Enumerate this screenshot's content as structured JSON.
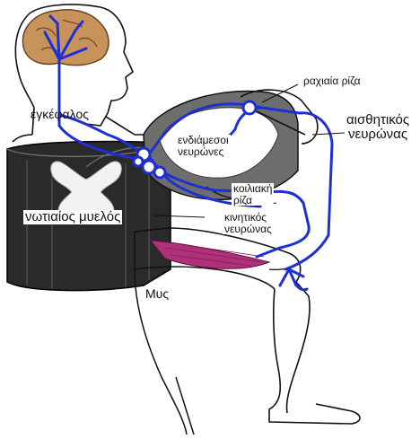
{
  "figure": {
    "labels": {
      "brain": "εγκέφαλος",
      "dorsal_root": "ραχιαία ρίζα",
      "sensory_neuron_line1": "αισθητικός",
      "sensory_neuron_line2": "νευρώνας",
      "interneurons_line1": "ενδιάμεσοι",
      "interneurons_line2": "νευρώνες",
      "ventral_root_line1": "κοιλιακή",
      "ventral_root_line2": "ρίζα",
      "motor_neuron_line1": "κινητικός",
      "motor_neuron_line2": "νευρώνας",
      "spinal_cord": "νωτιαίος μυελός",
      "muscle": "Μυς"
    },
    "colors": {
      "nerve": "#1e2fd6",
      "brain": "#c8935a",
      "muscle": "#b0307a",
      "cord": "#2a2a2a",
      "grey_matter": "#f2f2f2"
    }
  }
}
